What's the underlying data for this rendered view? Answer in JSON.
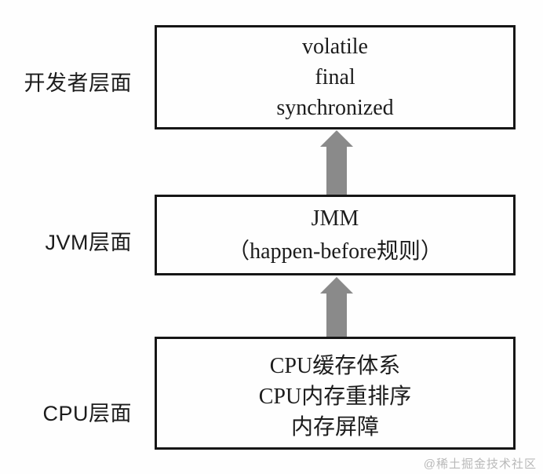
{
  "diagram": {
    "layers": [
      {
        "id": "developer",
        "label": "开发者层面",
        "lines": [
          "volatile",
          "final",
          "synchronized"
        ]
      },
      {
        "id": "jvm",
        "label": "JVM层面",
        "lines": [
          "JMM",
          "（happen-before规则）"
        ]
      },
      {
        "id": "cpu",
        "label": "CPU层面",
        "lines": [
          "CPU缓存体系",
          "CPU内存重排序",
          "内存屏障"
        ]
      }
    ],
    "arrows": [
      {
        "from": "jvm",
        "to": "developer",
        "direction": "up"
      },
      {
        "from": "cpu",
        "to": "jvm",
        "direction": "up"
      }
    ]
  },
  "watermark": "@稀土掘金技术社区",
  "colors": {
    "background": "#fefefe",
    "box_border": "#161616",
    "text": "#1c1c1c",
    "arrow": "#8a8a8a",
    "watermark": "#b9b9b9"
  }
}
